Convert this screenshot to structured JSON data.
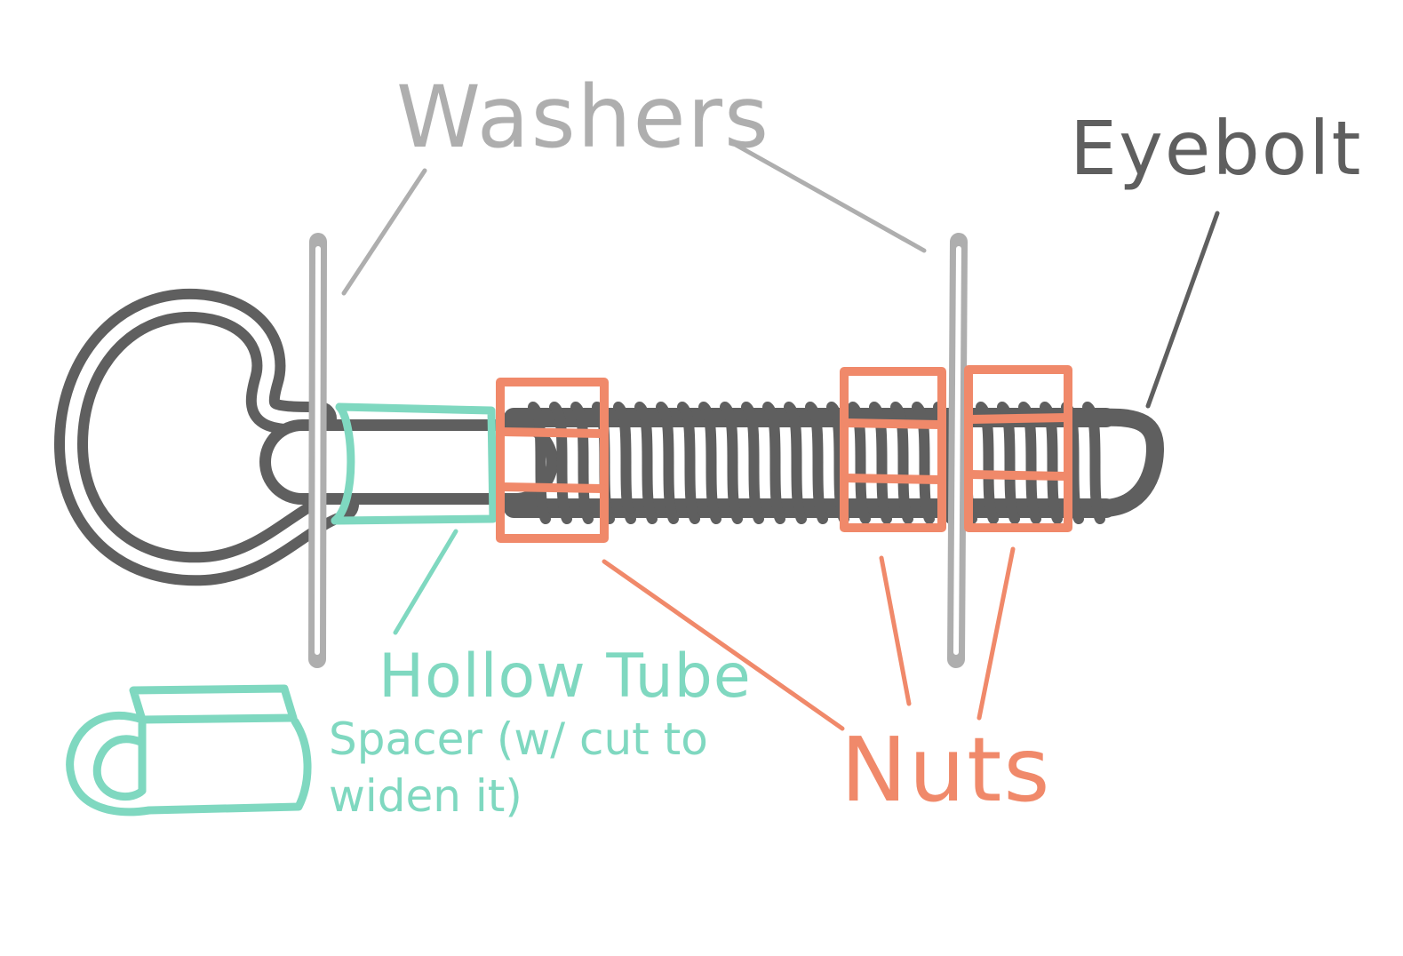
{
  "labels": {
    "washers": "Washers",
    "eyebolt": "Eyebolt",
    "hollow_tube": "Hollow Tube",
    "spacer_note": "Spacer (w/ cut to\nwiden it)",
    "nuts": "Nuts"
  },
  "colors": {
    "eyebolt": "#5f5f5f",
    "washer": "#aeaeae",
    "tube": "#7fd8c0",
    "nut": "#f0896a",
    "background": "#ffffff"
  }
}
